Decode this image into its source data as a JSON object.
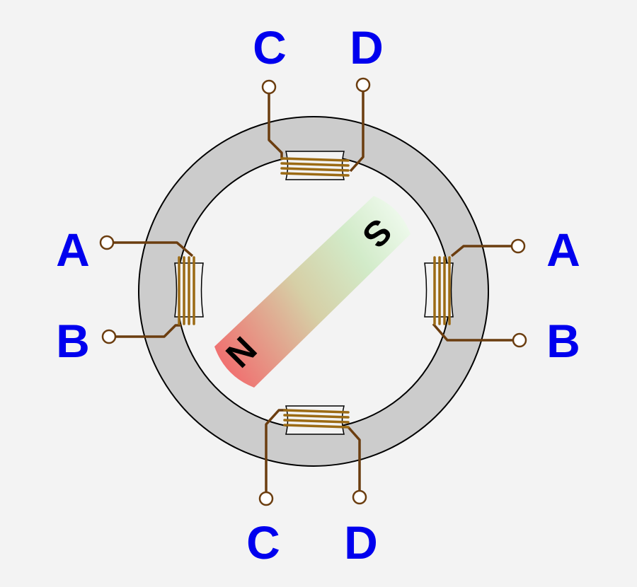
{
  "labels": {
    "top_left": "C",
    "top_right": "D",
    "left_upper": "A",
    "left_lower": "B",
    "right_upper": "A",
    "right_lower": "B",
    "bottom_left": "C",
    "bottom_right": "D"
  },
  "magnet": {
    "north": "N",
    "south": "S"
  },
  "colors": {
    "background": "#f3f3f3",
    "stator": "#cccccc",
    "stator_outline": "#000000",
    "wire": "#6b3d0f",
    "coil": "#9b6a14",
    "label": "#0000ee",
    "magnet_north": "#f07070",
    "magnet_south": "#e6f7e6"
  }
}
